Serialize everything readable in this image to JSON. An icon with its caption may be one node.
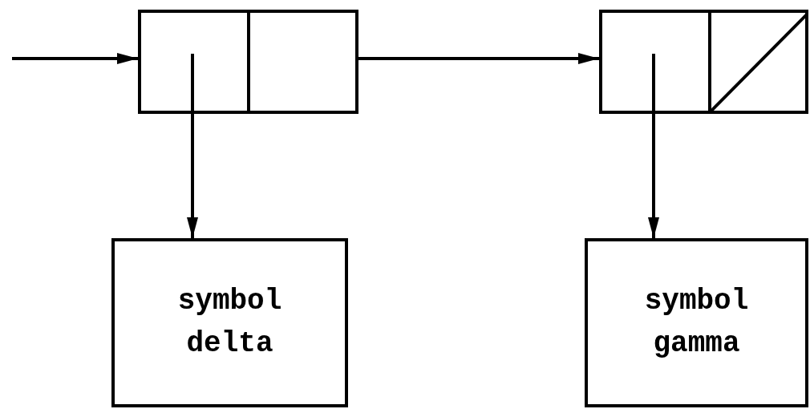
{
  "diagram": {
    "nodes": [
      {
        "text": [],
        "shape": "box"
      },
      {
        "text": [],
        "shape": "box"
      },
      {
        "text": [],
        "shape": "box"
      },
      {
        "text": [],
        "shape": "box"
      },
      {
        "text": [
          "symbol delta"
        ]
      },
      {
        "text": [
          "symbol gamma"
        ]
      }
    ],
    "edges": [
      {
        "from": null,
        "to": 0,
        "arrow": "to"
      },
      {
        "from": 1,
        "to": 2,
        "arrow": "to"
      },
      {
        "from": 0,
        "to": 4,
        "arrow": "to"
      },
      {
        "from": 2,
        "to": 5,
        "arrow": "to"
      }
    ]
  }
}
